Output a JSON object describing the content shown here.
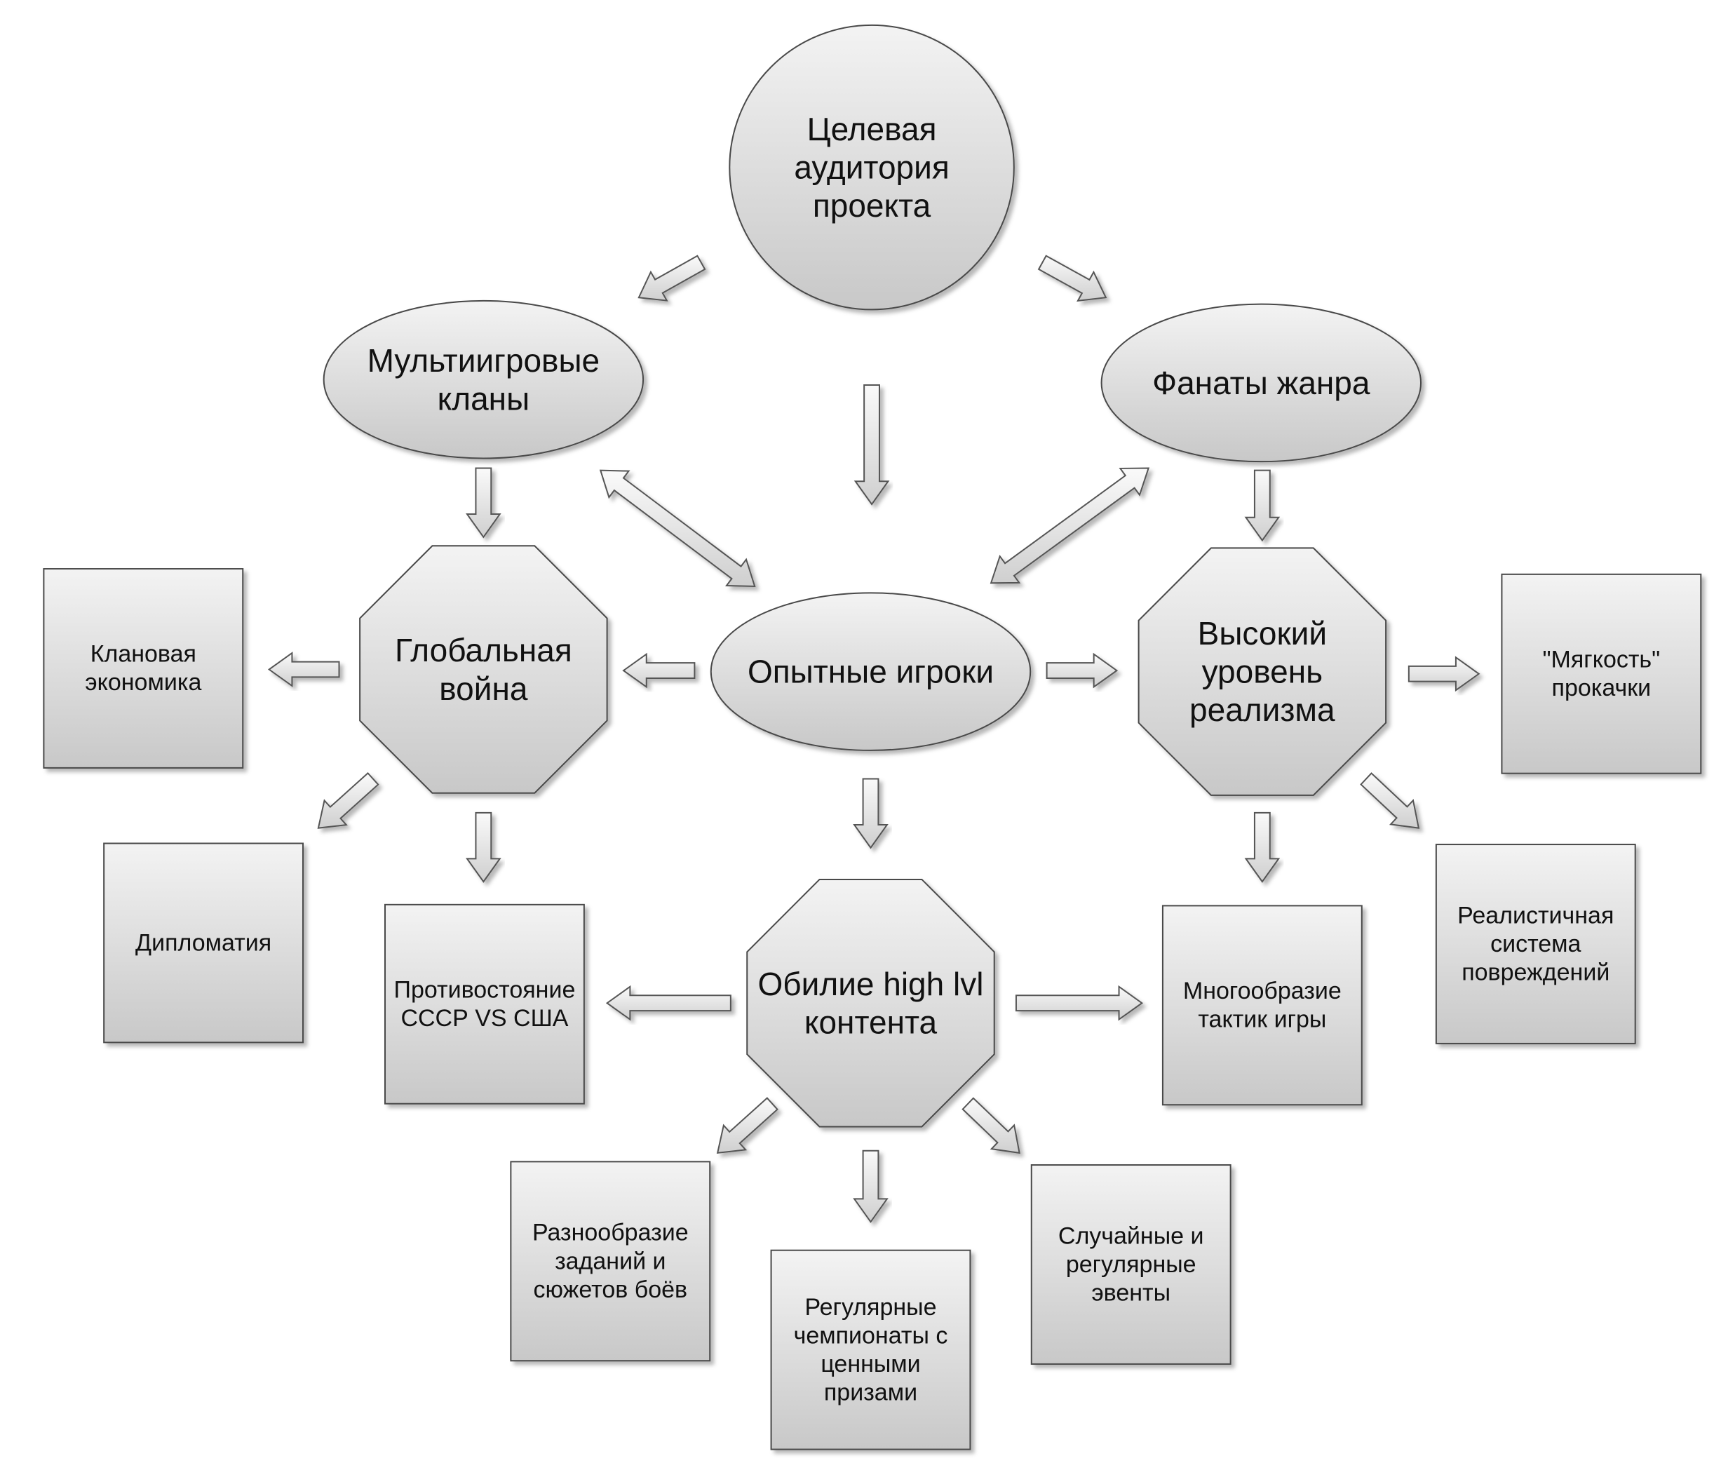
{
  "diagram": {
    "nodes": {
      "target_audience": {
        "lines": [
          "Целевая",
          "аудитория",
          "проекта"
        ]
      },
      "multigame_clans": {
        "lines": [
          "Мультиигровые",
          "кланы"
        ]
      },
      "genre_fans": {
        "lines": [
          "Фанаты жанра"
        ]
      },
      "experienced_players": {
        "lines": [
          "Опытные игроки"
        ]
      },
      "global_war": {
        "lines": [
          "Глобальная",
          "война"
        ]
      },
      "high_realism": {
        "lines": [
          "Высокий",
          "уровень",
          "реализма"
        ]
      },
      "high_level_content": {
        "lines": [
          "Обилие high lvl",
          "контента"
        ]
      },
      "clan_economy": {
        "lines": [
          "Клановая",
          "экономика"
        ]
      },
      "diplomacy": {
        "lines": [
          "Дипломатия"
        ]
      },
      "ussr_vs_usa": {
        "lines": [
          "Противостояние",
          "СССР VS США"
        ]
      },
      "soft_leveling": {
        "lines": [
          "\"Мягкость\"",
          "прокачки"
        ]
      },
      "damage_system": {
        "lines": [
          "Реалистичная",
          "система",
          "повреждений"
        ]
      },
      "tactics_variety": {
        "lines": [
          "Многообразие",
          "тактик игры"
        ]
      },
      "missions_variety": {
        "lines": [
          "Разнообразие",
          "заданий и",
          "сюжетов боёв"
        ]
      },
      "championships": {
        "lines": [
          "Регулярные",
          "чемпионаты с",
          "ценными",
          "призами"
        ]
      },
      "events": {
        "lines": [
          "Случайные и",
          "регулярные",
          "эвенты"
        ]
      }
    },
    "colors": {
      "fill_top": "#f2f2f2",
      "fill_bottom": "#c9c9c9",
      "stroke": "#4a4a4a",
      "text": "#111111"
    }
  }
}
